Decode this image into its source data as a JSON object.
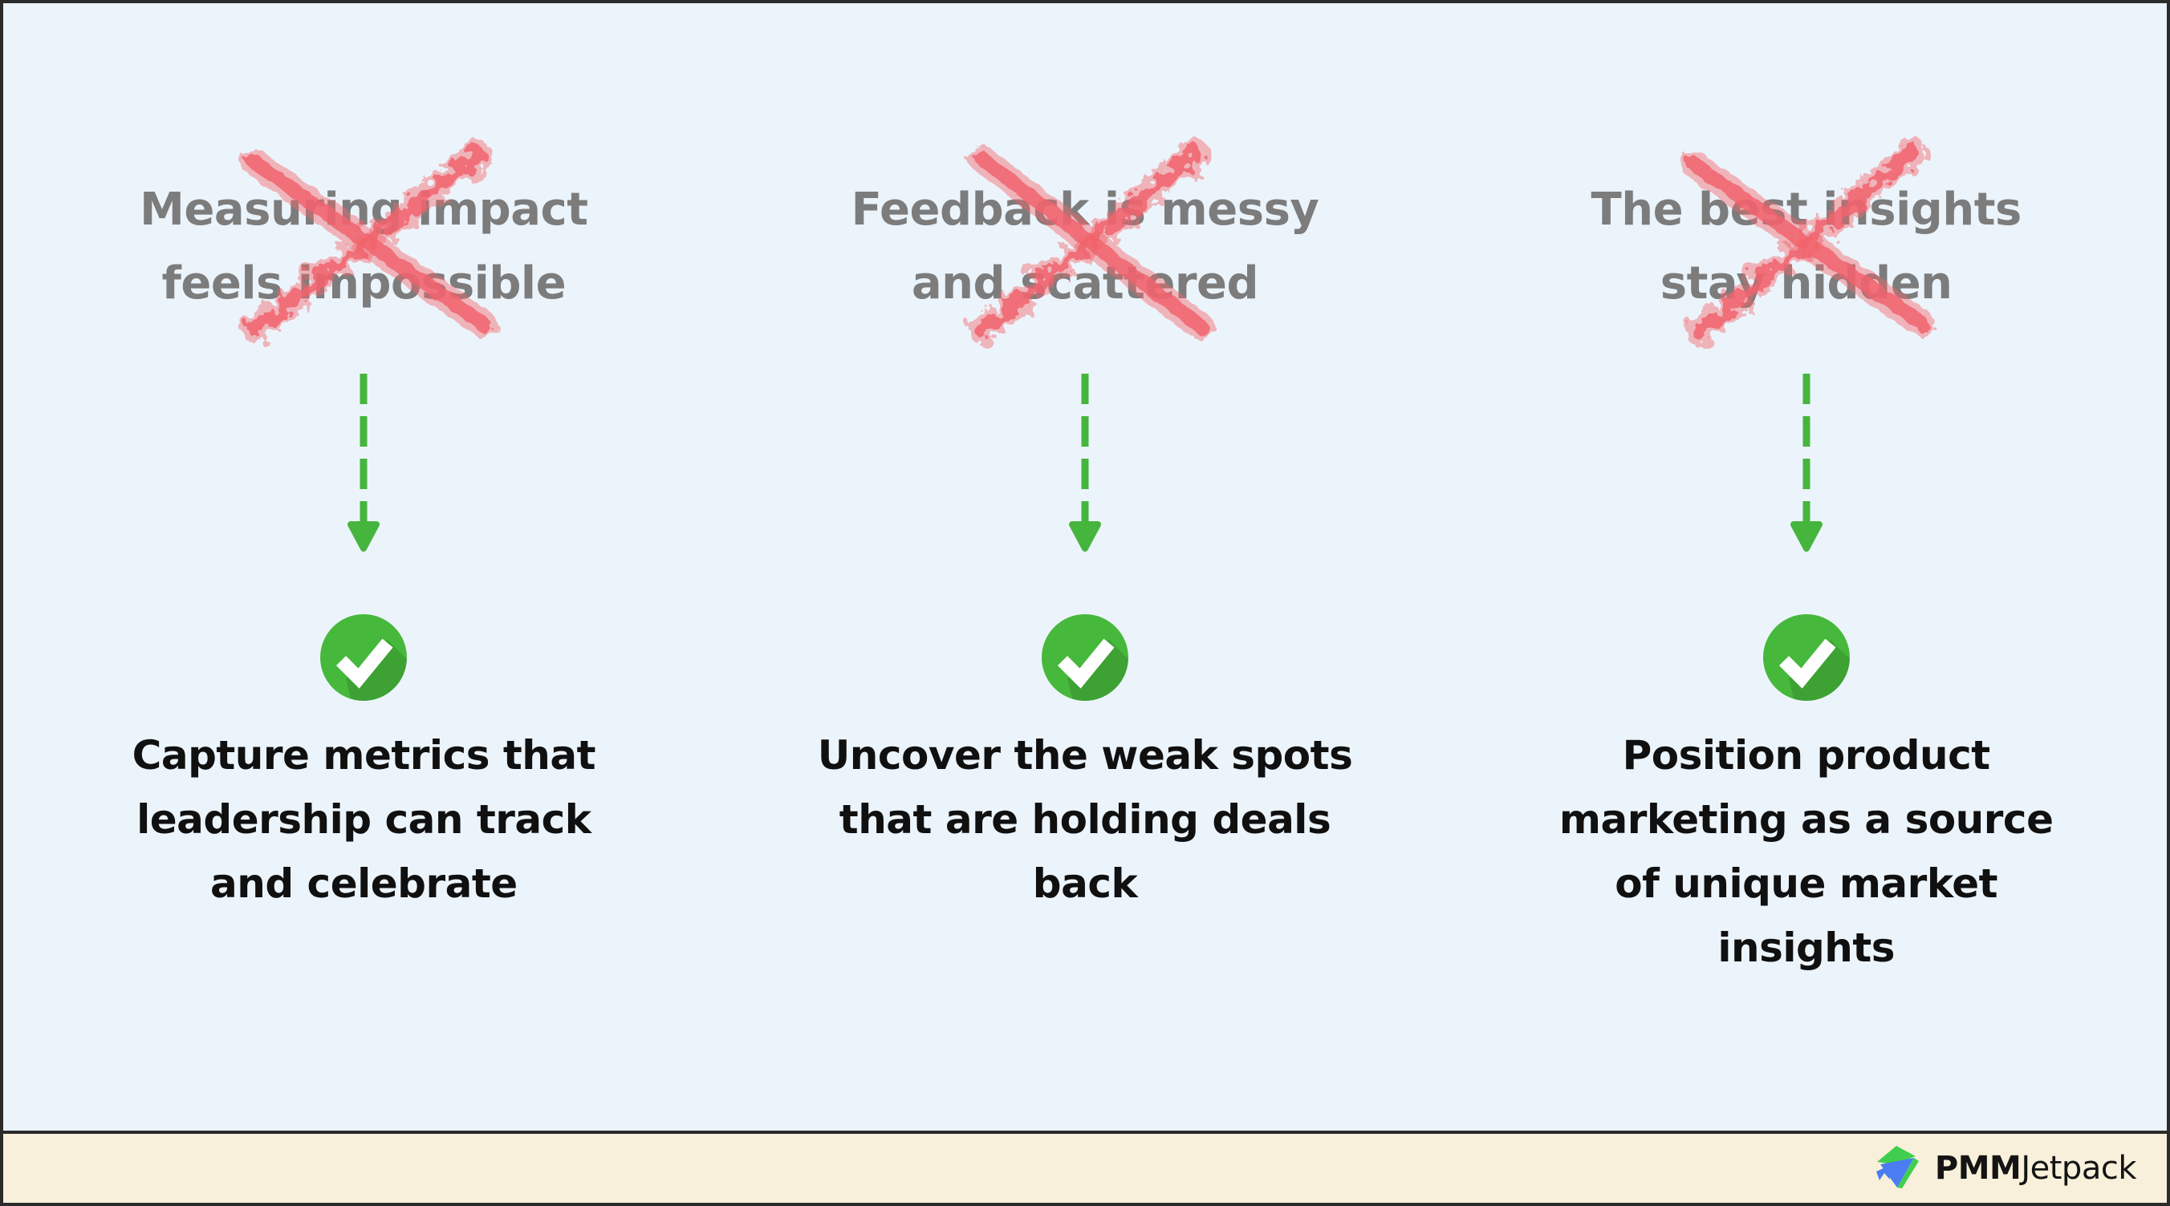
{
  "title": "Problem to solution infographic",
  "columns": [
    {
      "problem": [
        "Measuring impact",
        "feels impossible"
      ],
      "solution": [
        "Capture metrics that",
        "leadership can track",
        "and celebrate"
      ]
    },
    {
      "problem": [
        "Feedback is messy",
        "and scattered"
      ],
      "solution": [
        "Uncover the weak spots",
        "that are holding deals",
        "back"
      ]
    },
    {
      "problem": [
        "The best insights",
        "stay hidden"
      ],
      "solution": [
        "Position product",
        "marketing as a source",
        "of unique market",
        "insights"
      ]
    }
  ],
  "icons": {
    "cross": "red-brush-x-mark",
    "arrow": "green-dashed-down-arrow",
    "check": "green-circle-white-checkmark",
    "logo": "pmmjetpack-origami-mark"
  },
  "footer": {
    "brand_bold": "PMM",
    "brand_regular": "Jetpack"
  },
  "colors": {
    "background": "#ECF4FB",
    "footer_background": "#F8F0DA",
    "border": "#2B2B2B",
    "problem_text": "#7C7C7C",
    "solution_text": "#101010",
    "cross_red": "#F1646D",
    "arrow_green": "#46B53E",
    "check_green": "#46B83B",
    "logo_blue": "#4A7DF2",
    "logo_green": "#3FCE4E"
  }
}
